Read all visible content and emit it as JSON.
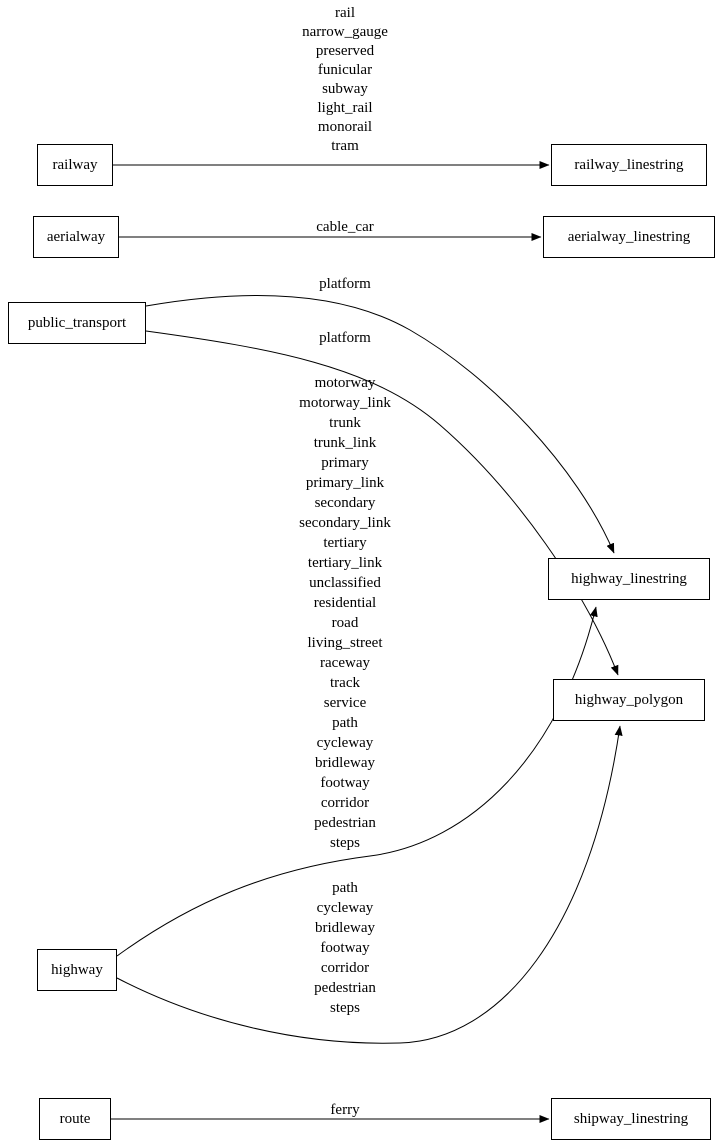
{
  "diagram": {
    "title": "",
    "colors": {
      "background": "#ffffff",
      "node_border": "#000000",
      "edge": "#000000",
      "text": "#000000"
    },
    "nodes": {
      "railway": {
        "label": "railway"
      },
      "railway_linestring": {
        "label": "railway_linestring"
      },
      "aerialway": {
        "label": "aerialway"
      },
      "aerialway_linestring": {
        "label": "aerialway_linestring"
      },
      "public_transport": {
        "label": "public_transport"
      },
      "highway_linestring": {
        "label": "highway_linestring"
      },
      "highway_polygon": {
        "label": "highway_polygon"
      },
      "highway": {
        "label": "highway"
      },
      "route": {
        "label": "route"
      },
      "shipway_linestring": {
        "label": "shipway_linestring"
      }
    },
    "edge_labels": {
      "railway_values": "rail\nnarrow_gauge\npreserved\nfunicular\nsubway\nlight_rail\nmonorail\ntram",
      "aerialway_values": "cable_car",
      "platform_to_linestring": "platform",
      "platform_to_polygon": "platform",
      "highway_linestring_values": "motorway\nmotorway_link\ntrunk\ntrunk_link\nprimary\nprimary_link\nsecondary\nsecondary_link\ntertiary\ntertiary_link\nunclassified\nresidential\nroad\nliving_street\nraceway\ntrack\nservice\npath\ncycleway\nbridleway\nfootway\ncorridor\npedestrian\nsteps",
      "highway_polygon_values": "path\ncycleway\nbridleway\nfootway\ncorridor\npedestrian\nsteps",
      "route_values": "ferry"
    },
    "edges": [
      {
        "from": "railway",
        "to": "railway_linestring",
        "label": "rail, narrow_gauge, preserved, funicular, subway, light_rail, monorail, tram"
      },
      {
        "from": "aerialway",
        "to": "aerialway_linestring",
        "label": "cable_car"
      },
      {
        "from": "public_transport",
        "to": "highway_linestring",
        "label": "platform"
      },
      {
        "from": "public_transport",
        "to": "highway_polygon",
        "label": "platform"
      },
      {
        "from": "highway",
        "to": "highway_linestring",
        "label": "motorway, motorway_link, trunk, trunk_link, primary, primary_link, secondary, secondary_link, tertiary, tertiary_link, unclassified, residential, road, living_street, raceway, track, service, path, cycleway, bridleway, footway, corridor, pedestrian, steps"
      },
      {
        "from": "highway",
        "to": "highway_polygon",
        "label": "path, cycleway, bridleway, footway, corridor, pedestrian, steps"
      },
      {
        "from": "route",
        "to": "shipway_linestring",
        "label": "ferry"
      }
    ]
  }
}
